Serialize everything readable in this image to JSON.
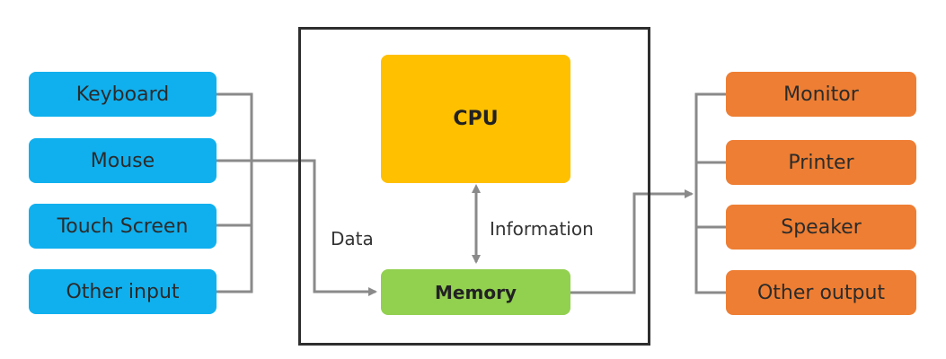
{
  "colors": {
    "input": "#10B0EE",
    "output": "#EE7E33",
    "cpu": "#FFC000",
    "memory": "#92D050",
    "connector": "#8a8a8a",
    "system_border": "#2e2e2e"
  },
  "inputs": [
    {
      "label": "Keyboard"
    },
    {
      "label": "Mouse"
    },
    {
      "label": "Touch Screen"
    },
    {
      "label": "Other input"
    }
  ],
  "outputs": [
    {
      "label": "Monitor"
    },
    {
      "label": "Printer"
    },
    {
      "label": "Speaker"
    },
    {
      "label": "Other output"
    }
  ],
  "cpu": {
    "label": "CPU"
  },
  "memory": {
    "label": "Memory"
  },
  "labels": {
    "data": "Data",
    "information": "Information"
  }
}
